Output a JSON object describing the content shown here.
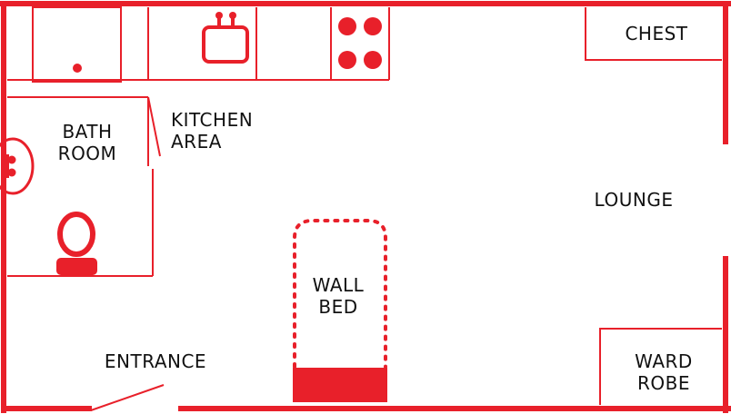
{
  "colors": {
    "wall": "#e8202a",
    "fixture": "#e8202a",
    "text": "#111111",
    "background": "#ffffff"
  },
  "labels": {
    "bathroom": [
      "BATH",
      "ROOM"
    ],
    "kitchen": [
      "KITCHEN",
      "AREA"
    ],
    "chest": "CHEST",
    "lounge": "LOUNGE",
    "wall_bed": [
      "WALL",
      "BED"
    ],
    "entrance": "ENTRANCE",
    "wardrobe": [
      "WARD",
      "ROBE"
    ]
  },
  "icons": {
    "shower": "shower-icon",
    "kitchen_sink": "kitchen-sink-icon",
    "stove": "stove-icon",
    "bathroom_sink": "bathroom-sink-icon",
    "toilet": "toilet-icon",
    "door": "door-icon"
  }
}
